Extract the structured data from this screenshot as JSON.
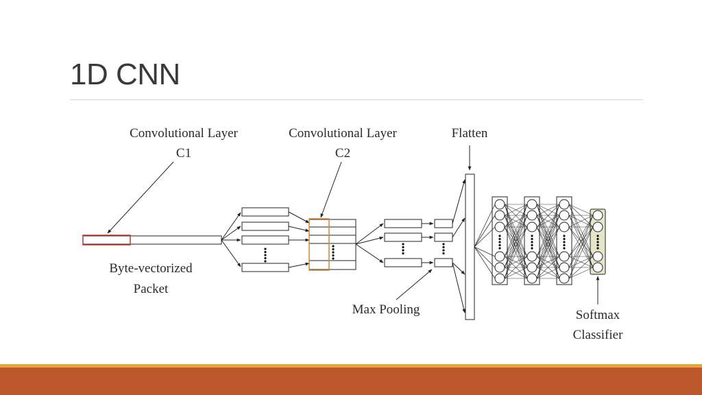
{
  "slide": {
    "title": "1D CNN"
  },
  "colors": {
    "footer_accent": "#e8a33b",
    "footer_bar": "#bd582c",
    "input_window": "#c0392b",
    "conv_window": "#d4892a",
    "softmax_fill": "#e5e6c6"
  },
  "diagram": {
    "conv1_line1": "Convolutional Layer",
    "conv1_line2": "C1",
    "conv2_line1": "Convolutional Layer",
    "conv2_line2": "C2",
    "flatten": "Flatten",
    "input_line1": "Byte-vectorized",
    "input_line2": "Packet",
    "max_pooling": "Max Pooling",
    "softmax_line1": "Softmax",
    "softmax_line2": "Classifier"
  }
}
